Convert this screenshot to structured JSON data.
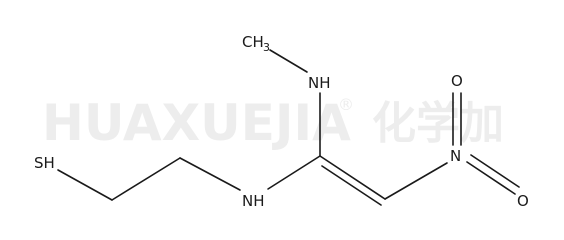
{
  "watermark": {
    "text": "HUAXUEJIA",
    "registered": "®",
    "cn": "化学加"
  },
  "atoms": {
    "ch3": "CH",
    "ch3_sub": "3",
    "nh_top": "NH",
    "nh_bottom": "NH",
    "sh": "SH",
    "n_nitro": "N",
    "o_top": "O",
    "o_bottom": "O"
  }
}
